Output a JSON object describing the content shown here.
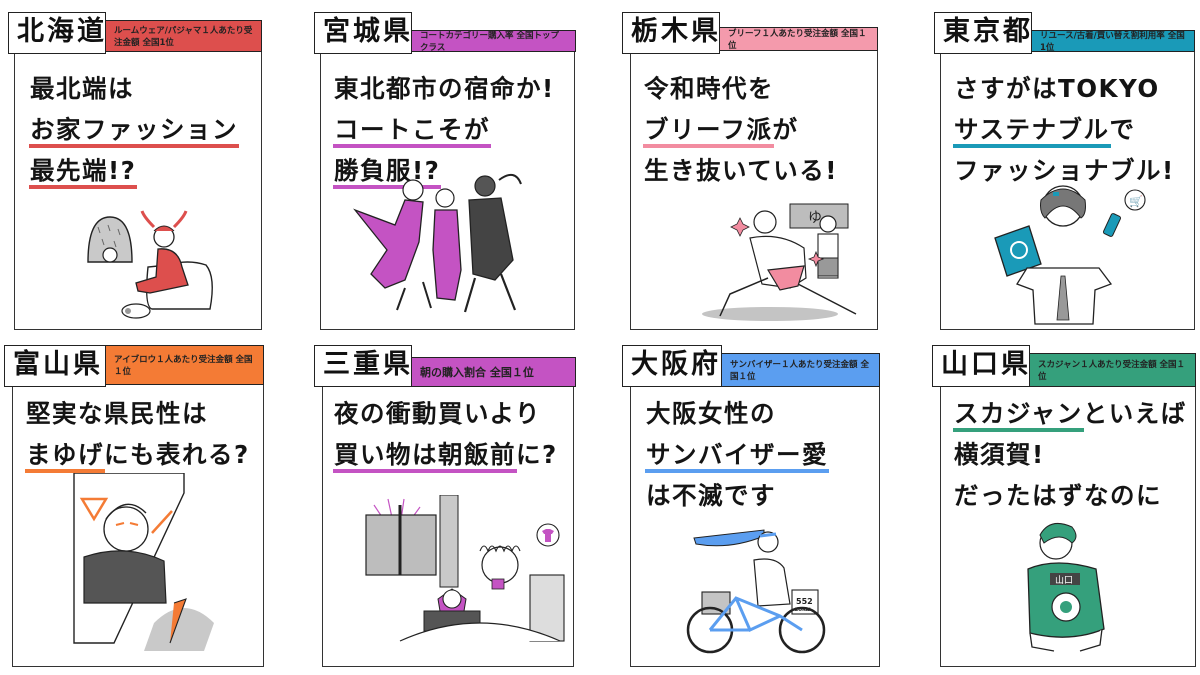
{
  "cards": [
    {
      "prefecture": "北海道",
      "badge": "ルームウェア/パジャマ１人あたり受注金額 全国1位",
      "color": "#dd4f4d",
      "headline": [
        {
          "parts": [
            {
              "text": "最北端は",
              "hl": false
            }
          ]
        },
        {
          "parts": [
            {
              "text": "お家ファッション",
              "hl": true
            }
          ]
        },
        {
          "parts": [
            {
              "text": "最先端!?",
              "hl": true
            }
          ]
        }
      ],
      "illustration": "person-in-red-pajamas-on-armchair"
    },
    {
      "prefecture": "宮城県",
      "badge": "コートカテゴリー購入率 全国トップクラス",
      "color": "#c453c3",
      "headline": [
        {
          "parts": [
            {
              "text": "東北都市の宿命か!",
              "hl": false
            }
          ]
        },
        {
          "parts": [
            {
              "text": "コートこそが",
              "hl": true
            }
          ]
        },
        {
          "parts": [
            {
              "text": "勝負服!?",
              "hl": true
            }
          ]
        }
      ],
      "illustration": "three-people-posing-in-coats"
    },
    {
      "prefecture": "栃木県",
      "badge": "ブリーフ１人あたり受注金額 全国１位",
      "color": "#f28ca0",
      "headline": [
        {
          "parts": [
            {
              "text": "令和時代を",
              "hl": false
            }
          ]
        },
        {
          "parts": [
            {
              "text": "ブリーフ派",
              "hl": true
            },
            {
              "text": "が",
              "hl": false
            }
          ]
        },
        {
          "parts": [
            {
              "text": "生き抜いている!",
              "hl": false
            }
          ]
        }
      ],
      "illustration": "man-in-briefs-stretching-at-bathhouse"
    },
    {
      "prefecture": "東京都",
      "badge": "リユース/古着/買い替え割利用率 全国1位",
      "color": "#1a9ab8",
      "headline": [
        {
          "parts": [
            {
              "text": "さすがはTOKYO",
              "hl": false
            }
          ]
        },
        {
          "parts": [
            {
              "text": "サステナブル",
              "hl": true
            },
            {
              "text": "で",
              "hl": false
            }
          ]
        },
        {
          "parts": [
            {
              "text": "ファッショナブル!",
              "hl": false
            }
          ]
        }
      ],
      "illustration": "multi-armed-girl-with-skytree-tshirt"
    },
    {
      "prefecture": "富山県",
      "badge": "アイブロウ１人あたり受注金額 全国１位",
      "color": "#f47b35",
      "headline": [
        {
          "parts": [
            {
              "text": "堅実な県民性は",
              "hl": false
            }
          ]
        },
        {
          "parts": [
            {
              "text": "まゆげ",
              "hl": true
            },
            {
              "text": "にも表れる?",
              "hl": false
            }
          ]
        }
      ],
      "illustration": "person-drawing-eyebrows"
    },
    {
      "prefecture": "三重県",
      "badge": "朝の購入割合 全国１位",
      "color": "#c453c3",
      "headline": [
        {
          "parts": [
            {
              "text": "夜の衝動買いより",
              "hl": false
            }
          ]
        },
        {
          "parts": [
            {
              "text": "買い物は朝飯前",
              "hl": true
            },
            {
              "text": "に?",
              "hl": false
            }
          ]
        }
      ],
      "illustration": "person-shopping-on-phone-in-bed-at-sunrise"
    },
    {
      "prefecture": "大阪府",
      "badge": "サンバイザー１人あたり受注金額 全国１位",
      "color": "#5b9ef0",
      "headline": [
        {
          "parts": [
            {
              "text": "大阪女性の",
              "hl": false
            }
          ]
        },
        {
          "parts": [
            {
              "text": "サンバイザー愛",
              "hl": true
            }
          ]
        },
        {
          "parts": [
            {
              "text": "は不滅です",
              "hl": false
            }
          ]
        }
      ],
      "illustration": "woman-with-sun-visor-on-bicycle",
      "bag_text": [
        "552",
        "ZORAI"
      ]
    },
    {
      "prefecture": "山口県",
      "badge": "スカジャン１人あたり受注金額 全国１位",
      "color": "#35a07c",
      "headline": [
        {
          "parts": [
            {
              "text": "スカジャン",
              "hl": true
            },
            {
              "text": "といえば",
              "hl": false
            }
          ]
        },
        {
          "parts": [
            {
              "text": "横須賀!",
              "hl": false
            }
          ]
        },
        {
          "parts": [
            {
              "text": "だったはずなのに",
              "hl": false
            }
          ]
        }
      ],
      "illustration": "person-in-green-sukajan-jacket",
      "jacket_text": "山口"
    }
  ]
}
